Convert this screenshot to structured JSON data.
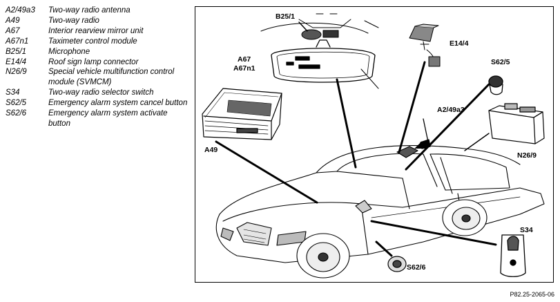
{
  "legend": [
    {
      "code": "A2/49a3",
      "desc": "Two-way radio antenna"
    },
    {
      "code": "A49",
      "desc": "Two-way radio"
    },
    {
      "code": "A67",
      "desc": "Interior rearview mirror unit"
    },
    {
      "code": "A67n1",
      "desc": "Taximeter control module"
    },
    {
      "code": "B25/1",
      "desc": "Microphone"
    },
    {
      "code": "E14/4",
      "desc": "Roof sign lamp connector"
    },
    {
      "code": "N26/9",
      "desc": "Special vehicle multifunction control module (SVMCM)"
    },
    {
      "code": "S34",
      "desc": "Two-way radio selector switch"
    },
    {
      "code": "S62/5",
      "desc": "Emergency alarm system cancel button"
    },
    {
      "code": "S62/6",
      "desc": "Emergency alarm system activate button"
    }
  ],
  "callouts": {
    "b25_1": "B25/1",
    "e14_4": "E14/4",
    "a67": "A67",
    "a67n1": "A67n1",
    "s62_5": "S62/5",
    "a2_49a3": "A2/49a3",
    "a49": "A49",
    "n26_9": "N26/9",
    "s34": "S34",
    "s62_6": "S62/6"
  },
  "reference": "P82.25-2065-06"
}
